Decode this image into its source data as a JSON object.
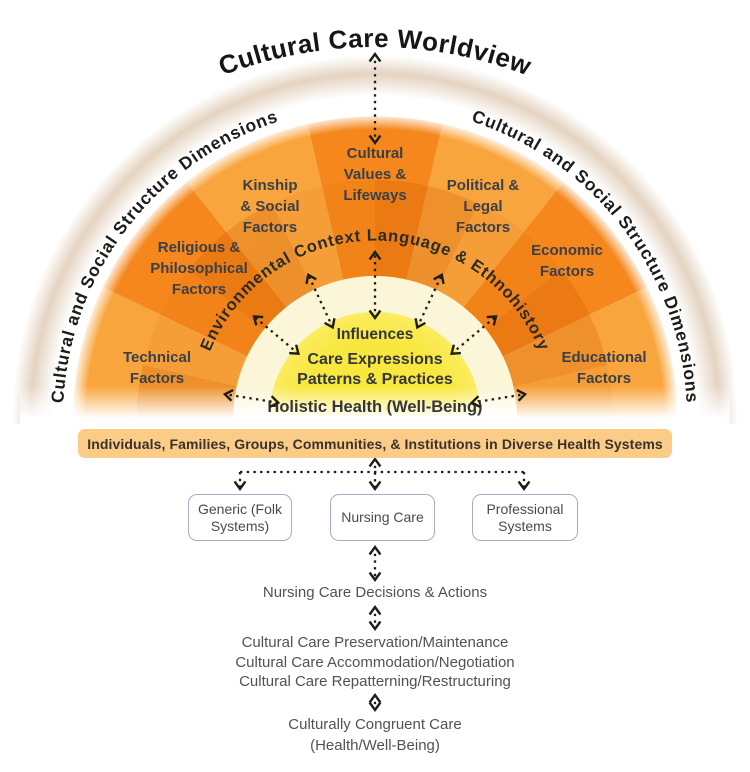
{
  "title": "Cultural Care Worldview",
  "arc_labels": {
    "left": "Cultural and Social Structure Dimensions",
    "right": "Cultural and Social Structure Dimensions",
    "inner": "Environmental Context Language & Ethnohistory"
  },
  "sectors": [
    {
      "id": "technical",
      "lines": [
        "Technical",
        "Factors"
      ]
    },
    {
      "id": "religious",
      "lines": [
        "Religious &",
        "Philosophical",
        "Factors"
      ]
    },
    {
      "id": "kinship",
      "lines": [
        "Kinship",
        "& Social",
        "Factors"
      ]
    },
    {
      "id": "cultural_values",
      "lines": [
        "Cultural",
        "Values &",
        "Lifeways"
      ]
    },
    {
      "id": "political",
      "lines": [
        "Political &",
        "Legal",
        "Factors"
      ]
    },
    {
      "id": "economic",
      "lines": [
        "Economic",
        "Factors"
      ]
    },
    {
      "id": "educational",
      "lines": [
        "Educational",
        "Factors"
      ]
    }
  ],
  "core": {
    "influences": "Influences",
    "care_line1": "Care Expressions",
    "care_line2": "Patterns & Practices",
    "holistic": "Holistic Health (Well-Being)"
  },
  "banner": "Individuals, Families, Groups, Communities, & Institutions in Diverse Health Systems",
  "system_boxes": [
    {
      "lines": [
        "Generic (Folk",
        "Systems)"
      ]
    },
    {
      "lines": [
        "Nursing Care"
      ]
    },
    {
      "lines": [
        "Professional",
        "Systems"
      ]
    }
  ],
  "flow": {
    "decisions": "Nursing Care Decisions & Actions",
    "modes": [
      "Cultural Care Preservation/Maintenance",
      "Cultural Care Accommodation/Negotiation",
      "Cultural Care Repatterning/Restructuring"
    ],
    "outcome": [
      "Culturally Congruent Care",
      "(Health/Well-Being)"
    ]
  },
  "colors": {
    "orange_light": "#F9A53E",
    "orange_dark": "#F5871C",
    "inner_ray": "#E8790A",
    "cream": "#FBF6D7",
    "yellow": "#F8E842",
    "banner_fill": "#FACC87",
    "box_border": "#B3A6C8",
    "arrow": "#1D1D1B",
    "label_dark": "#3B3F48",
    "flow_text": "#515257"
  }
}
